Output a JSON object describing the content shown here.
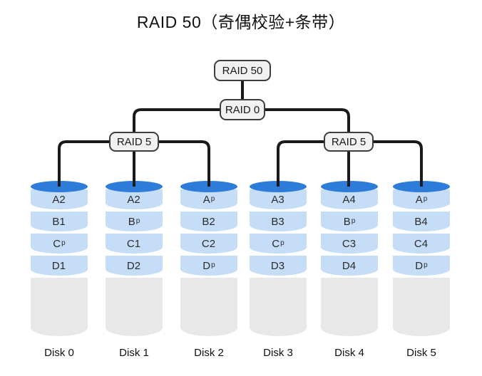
{
  "title": "RAID 50（奇偶校验+条带）",
  "tree": {
    "root": {
      "label": "RAID 50"
    },
    "stripe": {
      "label": "RAID 0"
    },
    "groups": [
      {
        "label": "RAID 5"
      },
      {
        "label": "RAID 5"
      }
    ]
  },
  "disks": [
    {
      "name": "Disk 0",
      "blocks": [
        {
          "text": "A2",
          "sub": ""
        },
        {
          "text": "B1",
          "sub": ""
        },
        {
          "text": "C",
          "sub": "p"
        },
        {
          "text": "D1",
          "sub": ""
        }
      ]
    },
    {
      "name": "Disk 1",
      "blocks": [
        {
          "text": "A2",
          "sub": ""
        },
        {
          "text": "B",
          "sub": "p"
        },
        {
          "text": "C1",
          "sub": ""
        },
        {
          "text": "D2",
          "sub": ""
        }
      ]
    },
    {
      "name": "Disk 2",
      "blocks": [
        {
          "text": "A",
          "sub": "p"
        },
        {
          "text": "B2",
          "sub": ""
        },
        {
          "text": "C2",
          "sub": ""
        },
        {
          "text": "D",
          "sub": "p"
        }
      ]
    },
    {
      "name": "Disk 3",
      "blocks": [
        {
          "text": "A3",
          "sub": ""
        },
        {
          "text": "B3",
          "sub": ""
        },
        {
          "text": "C",
          "sub": "p"
        },
        {
          "text": "D3",
          "sub": ""
        }
      ]
    },
    {
      "name": "Disk 4",
      "blocks": [
        {
          "text": "A4",
          "sub": ""
        },
        {
          "text": "B",
          "sub": "p"
        },
        {
          "text": "C3",
          "sub": ""
        },
        {
          "text": "D4",
          "sub": ""
        }
      ]
    },
    {
      "name": "Disk 5",
      "blocks": [
        {
          "text": "A",
          "sub": "p"
        },
        {
          "text": "B4",
          "sub": ""
        },
        {
          "text": "C4",
          "sub": ""
        },
        {
          "text": "D",
          "sub": "p"
        }
      ]
    }
  ],
  "colors": {
    "disk_cap": "#2e7cd9",
    "disk_band": "#c5ddf7",
    "disk_body": "#e8e8e8",
    "connector": "#1a1a1a",
    "node_fill": "#f1f1f1",
    "node_border": "#3d3d3d"
  }
}
